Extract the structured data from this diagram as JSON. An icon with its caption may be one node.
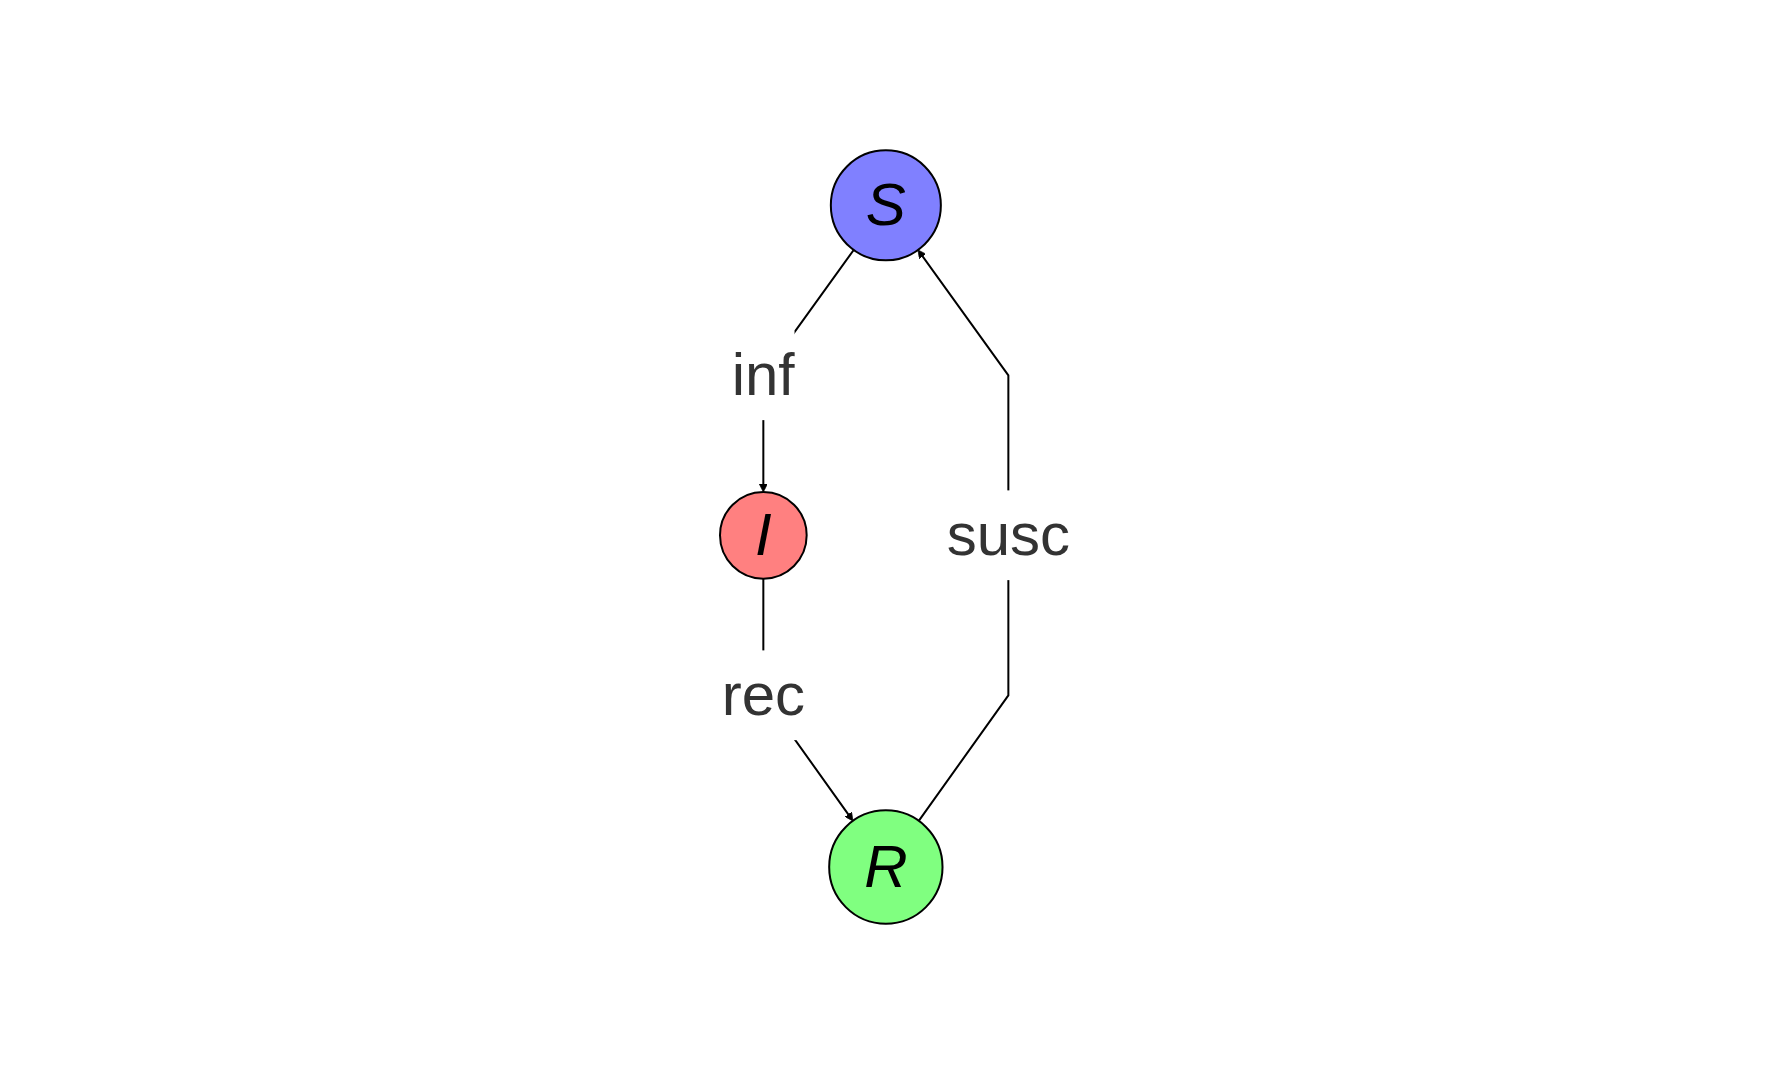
{
  "diagram": {
    "nodes": [
      {
        "text": [
          "S"
        ]
      },
      {
        "text": [
          "I"
        ]
      },
      {
        "text": [
          "R"
        ]
      }
    ],
    "edges": [
      {
        "from": 0,
        "to": 1,
        "arrow": "to",
        "label": "inf"
      },
      {
        "from": 1,
        "to": 2,
        "arrow": "to",
        "label": "rec"
      },
      {
        "from": 2,
        "to": 0,
        "arrow": "to",
        "label": "susc"
      }
    ]
  }
}
